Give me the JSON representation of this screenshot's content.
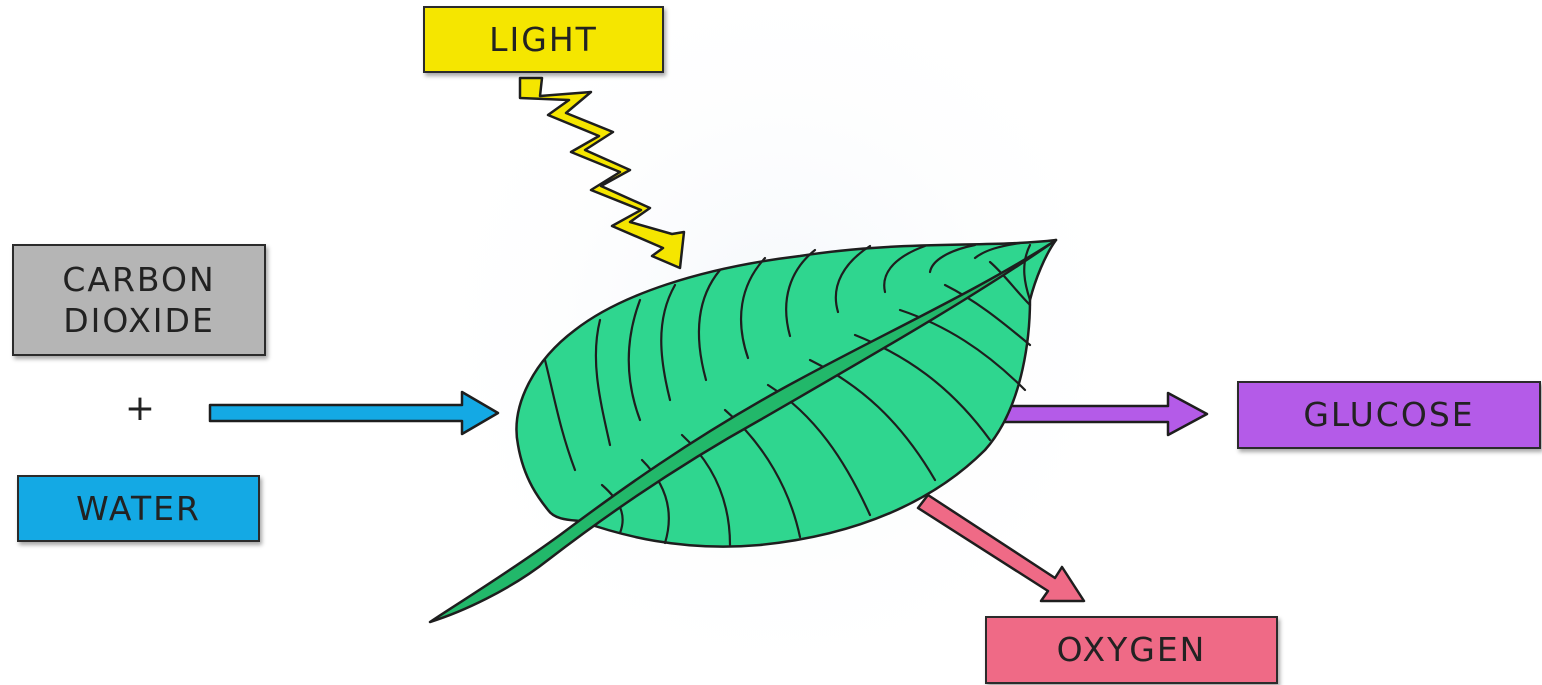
{
  "labels": {
    "light": "LIGHT",
    "carbon_line1": "CARBON",
    "carbon_line2": "DIOXIDE",
    "plus": "+",
    "water": "WATER",
    "glucose": "GLUCOSE",
    "oxygen": "OXYGEN"
  },
  "colors": {
    "light": "#f5e600",
    "carbon_dioxide": "#b5b5b5",
    "water": "#14a9e4",
    "glucose": "#b45be8",
    "oxygen": "#ef6a86",
    "leaf": "#2fd68f",
    "outline": "#1e1e1e"
  }
}
